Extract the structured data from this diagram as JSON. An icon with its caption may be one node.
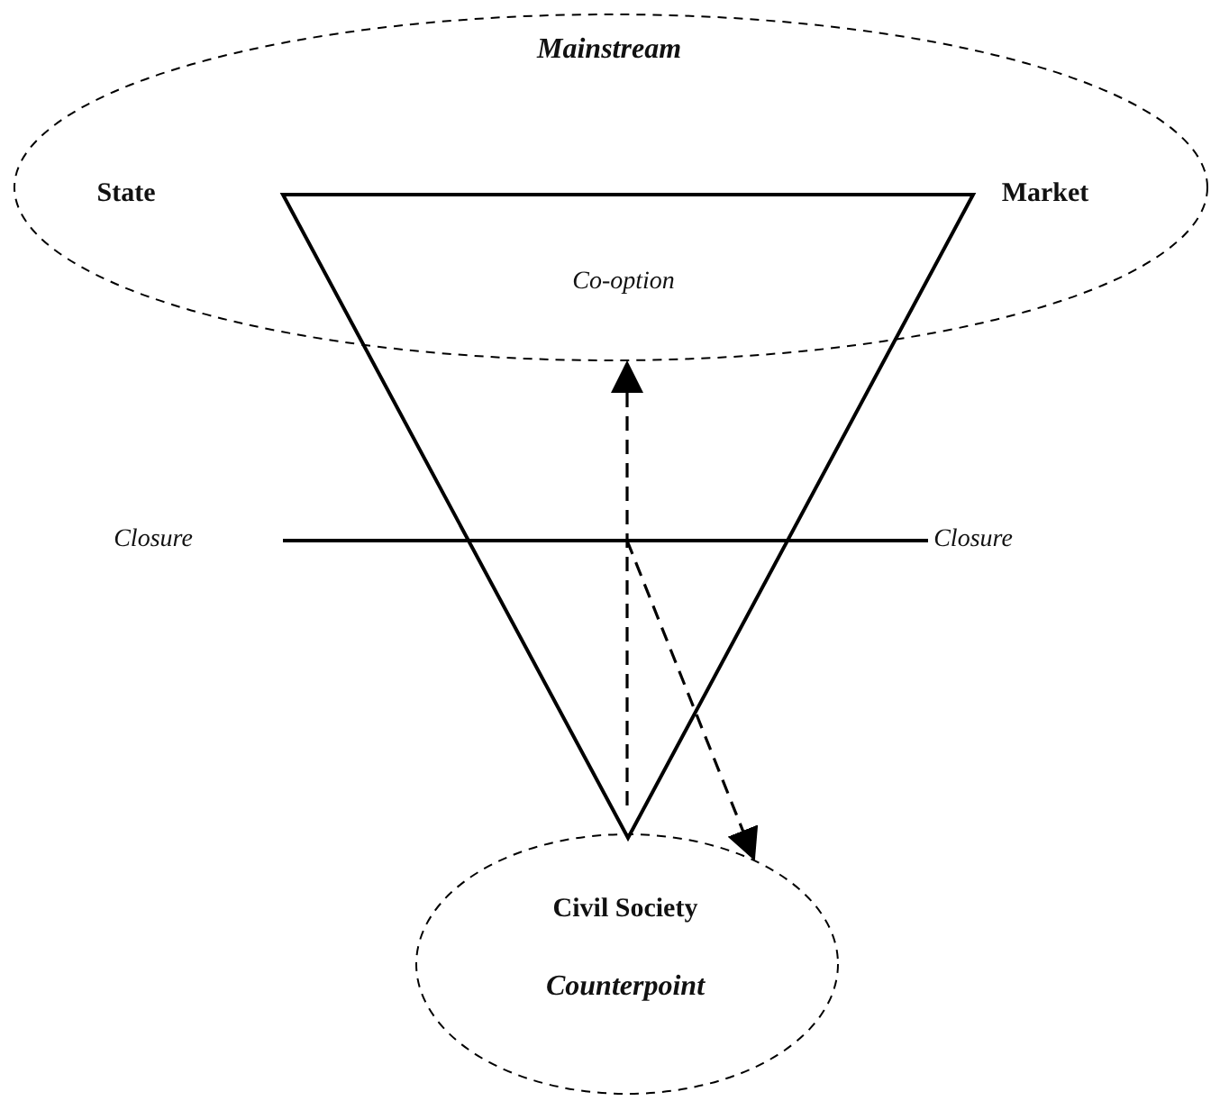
{
  "diagram": {
    "nodes": [
      {
        "text": [
          "Mainstream",
          "State",
          "Market"
        ]
      },
      {
        "text": [],
        "shape": "triangle"
      },
      {
        "text": [
          "Civil Society",
          "Counterpoint"
        ]
      }
    ],
    "edges": [
      {
        "from": 1,
        "to": 0,
        "arrow": "to",
        "style": "dashed"
      },
      {
        "from": 1,
        "to": 2,
        "arrow": "to",
        "style": "dashed"
      }
    ],
    "labels": [
      "Co-option",
      "Closure",
      "Closure"
    ]
  }
}
